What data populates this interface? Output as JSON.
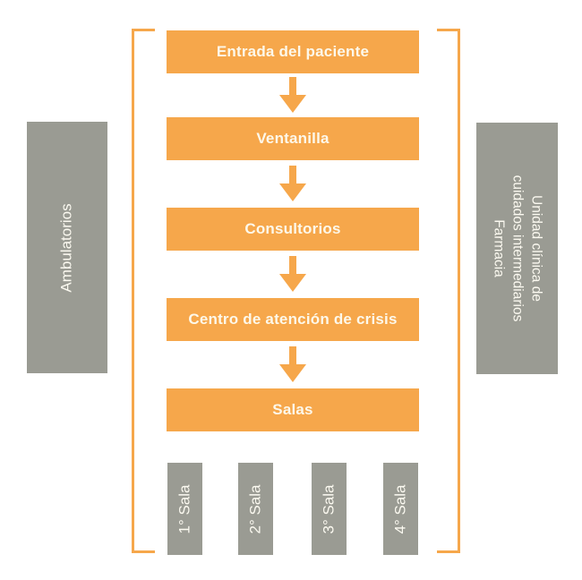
{
  "colors": {
    "orange": "#F6A74B",
    "gray": "#9A9B93",
    "box_text": "#FDF8EA",
    "background": "#FFFFFF"
  },
  "flow": {
    "steps": [
      {
        "label": "Entrada del paciente"
      },
      {
        "label": "Ventanilla"
      },
      {
        "label": "Consultorios"
      },
      {
        "label": "Centro de atención de crisis"
      },
      {
        "label": "Salas"
      }
    ]
  },
  "left_panel": {
    "label": "Ambulatorios"
  },
  "right_panel": {
    "lines": [
      "Unidad clínica de",
      "cuidados intermediarios",
      "Farmacia"
    ]
  },
  "rooms": [
    {
      "label": "1° Sala"
    },
    {
      "label": "2° Sala"
    },
    {
      "label": "3° Sala"
    },
    {
      "label": "4° Sala"
    }
  ]
}
